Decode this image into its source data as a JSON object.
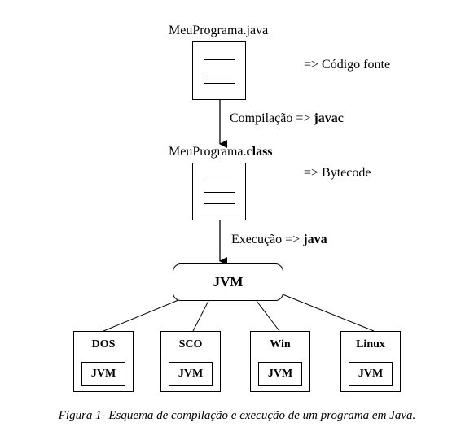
{
  "source_file": {
    "label": "MeuPrograma.java",
    "annotation": "=> Código fonte"
  },
  "compile_step": {
    "prefix": "Compilação => ",
    "tool": "javac"
  },
  "class_file": {
    "name_prefix": "MeuPrograma.",
    "name_ext": "class",
    "annotation": "=> Bytecode"
  },
  "execute_step": {
    "prefix": "Execução => ",
    "tool": "java"
  },
  "jvm_main": {
    "label": "JVM"
  },
  "platforms": [
    {
      "name": "DOS",
      "vm": "JVM"
    },
    {
      "name": "SCO",
      "vm": "JVM"
    },
    {
      "name": "Win",
      "vm": "JVM"
    },
    {
      "name": "Linux",
      "vm": "JVM"
    }
  ],
  "caption": "Figura 1- Esquema de compilação e execução de um programa em Java."
}
